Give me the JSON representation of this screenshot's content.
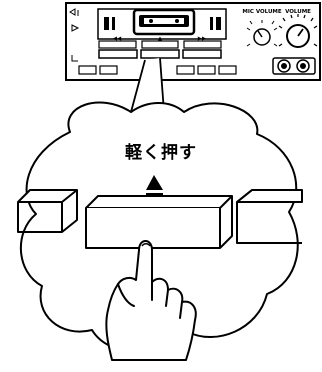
{
  "instruction": "軽く押す",
  "panel": {
    "mic_volume_label": "MIC VOLUME",
    "volume_label": "VOLUME",
    "rewind_symbol": "◀◀",
    "eject_symbol": "▲",
    "ffwd_symbol": "▶▶"
  },
  "callout": {
    "eject_symbol": "▲"
  }
}
